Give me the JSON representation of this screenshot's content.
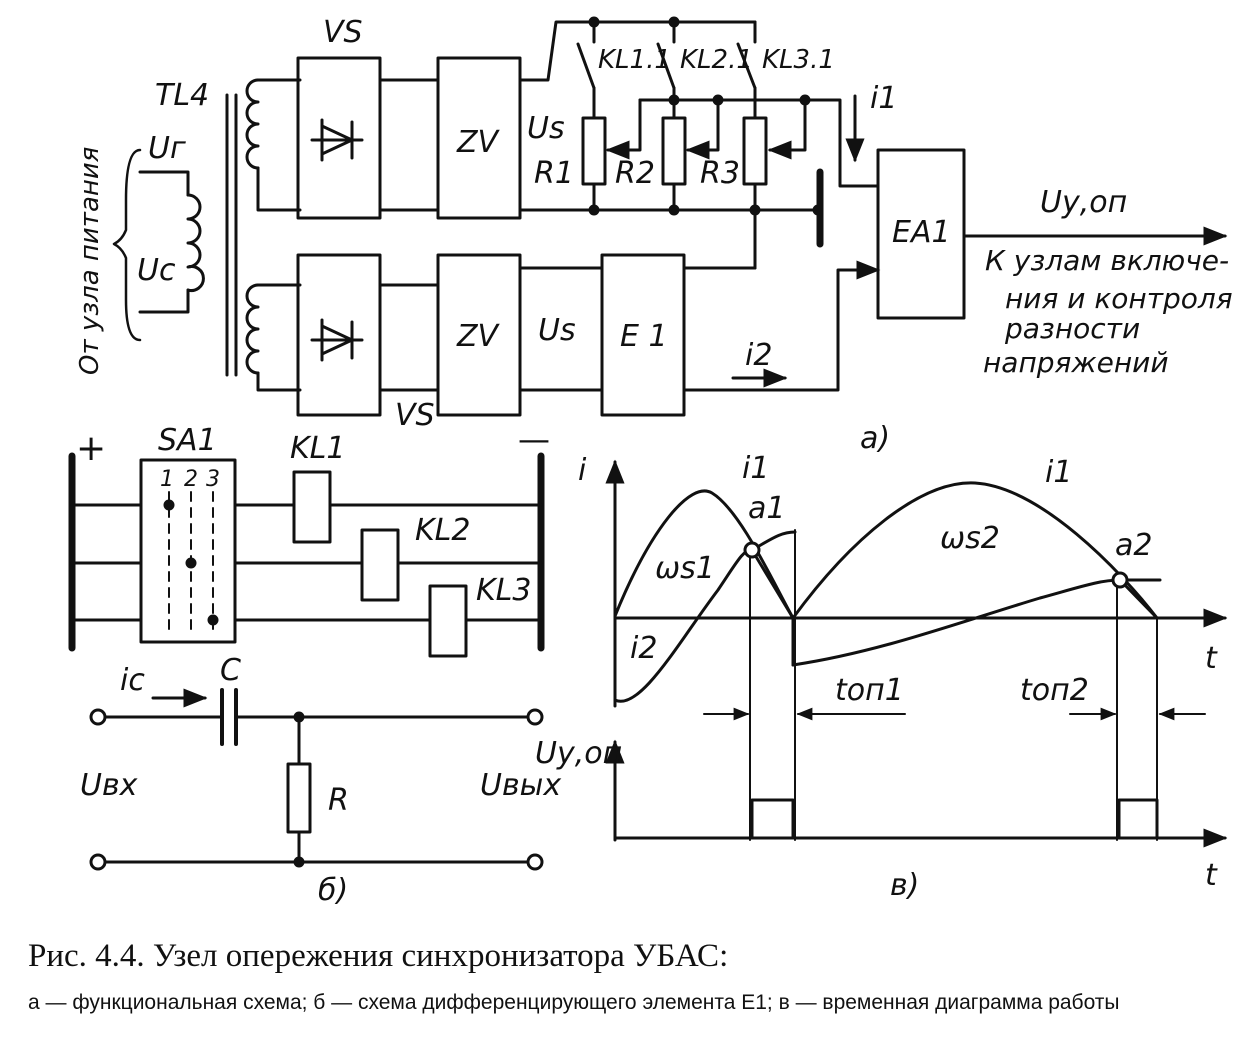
{
  "diagram_a": {
    "transformer": "TL4",
    "rectifier_top": "VS",
    "rectifier_bottom": "VS",
    "zener_top": "ZV",
    "zener_bottom": "ZV",
    "supply_label": "От узла питания",
    "u_gen": "Uг",
    "u_grid": "Uс",
    "us_top": "Us",
    "us_bottom": "Us",
    "e1": "E 1",
    "contacts": [
      "KL1.1",
      "KL2.1",
      "KL3.1"
    ],
    "resistors": [
      "R1",
      "R2",
      "R3"
    ],
    "current_1": "i1",
    "current_2": "i2",
    "ea1": "EA1",
    "output": "Uу,оп",
    "output_note": [
      "К узлам включе-",
      "ния и контроля",
      "разности",
      "напряжений"
    ],
    "panel_label": "а)"
  },
  "diagram_b": {
    "plus": "+",
    "minus": "—",
    "switch": "SA1",
    "switch_positions": [
      "1",
      "2",
      "3"
    ],
    "relays": [
      "KL1",
      "KL2",
      "KL3"
    ],
    "ic": "iс",
    "capacitor": "C",
    "resistor": "R",
    "u_in": "Uвх",
    "u_out": "Uвых",
    "panel_label": "б)"
  },
  "diagram_c": {
    "y_axis": "i",
    "x_axis": "t",
    "i1_first": "i1",
    "i1_second": "i1",
    "i2": "i2",
    "a1": "a1",
    "a2": "a2",
    "omega1": "ωs1",
    "omega2": "ωs2",
    "t1": "tоп1",
    "t2": "tоп2",
    "u_axis": "Uу,оп",
    "x_axis_2": "t",
    "panel_label": "в)"
  },
  "caption": {
    "title": "Рис. 4.4. Узел опережения синхронизатора УБАС:",
    "legend": "а — функциональная схема; б — схема дифференцирующего элемента E1; в — временная диаграмма работы"
  }
}
